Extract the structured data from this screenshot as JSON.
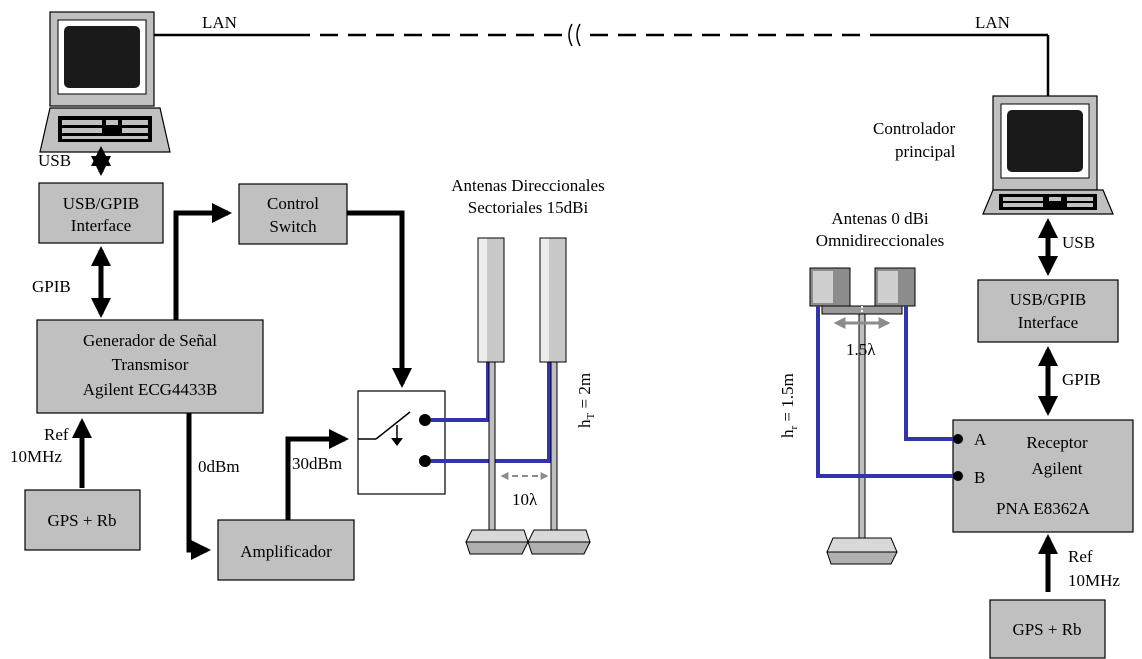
{
  "colors": {
    "block_fill": "#c0c0c0",
    "cable_blue": "#3333aa",
    "thick_line": "#000000",
    "arrow_gray": "#8c8c8c",
    "monitor_screen": "#1a1a1a"
  },
  "network": {
    "lan_left": "LAN",
    "lan_right": "LAN"
  },
  "tx": {
    "usb_label": "USB",
    "interface": [
      "USB/GPIB",
      "Interface"
    ],
    "gpib_label": "GPIB",
    "generator": [
      "Generador de Señal",
      "Transmisor",
      "Agilent ECG4433B"
    ],
    "ref_label": [
      "Ref",
      "10MHz"
    ],
    "gps": "GPS + Rb",
    "control_switch": [
      "Control",
      "Switch"
    ],
    "level_0dbm": "0dBm",
    "level_30dbm": "30dBm",
    "amplifier": "Amplificador",
    "antenna_title": [
      "Antenas Direccionales",
      "Sectoriales 15dBi"
    ],
    "height": "h",
    "height_sub": "T",
    "height_val": " = 2m",
    "spacing": "10λ"
  },
  "rx": {
    "controller": [
      "Controlador",
      "principal"
    ],
    "usb_label": "USB",
    "interface": [
      "USB/GPIB",
      "Interface"
    ],
    "gpib_label": "GPIB",
    "antenna_title": [
      "Antenas 0 dBi",
      "Omnidireccionales"
    ],
    "spacing": "1.5λ",
    "height": "h",
    "height_sub": "r",
    "height_val": " = 1.5m",
    "port_a": "A",
    "port_b": "B",
    "receiver": [
      "Receptor",
      "Agilent",
      "PNA E8362A"
    ],
    "ref_label": [
      "Ref",
      "10MHz"
    ],
    "gps": "GPS + Rb"
  },
  "icons": {
    "computer_left": "desktop-computer-icon",
    "computer_right": "desktop-computer-icon",
    "switch": "rf-switch-icon",
    "sector_antenna": "panel-antenna-icon",
    "omni_antenna": "omni-antenna-icon"
  }
}
